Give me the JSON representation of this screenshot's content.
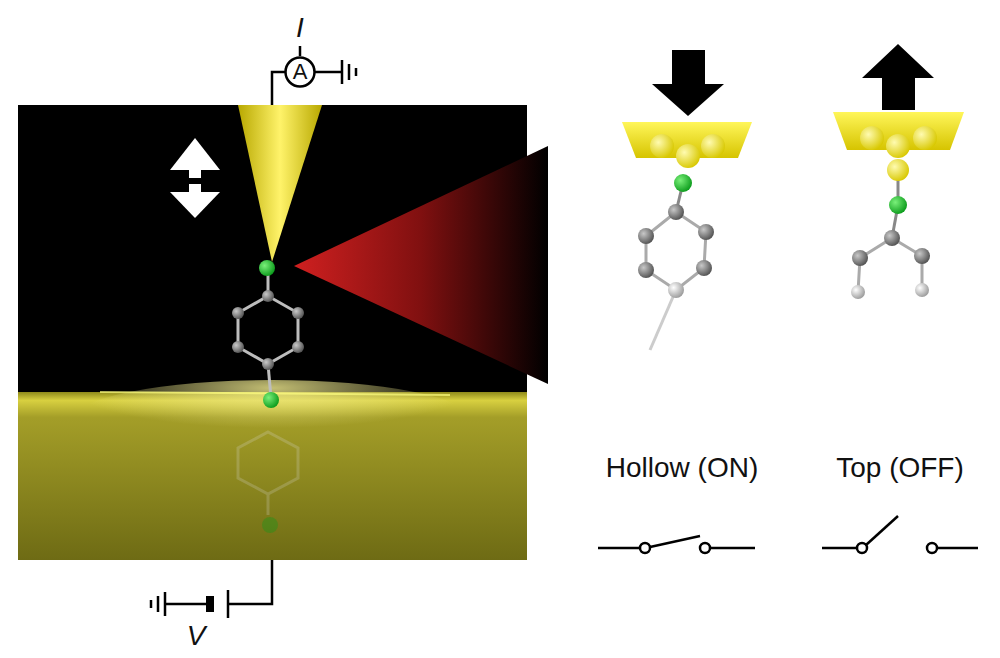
{
  "diagram": {
    "nodes": [
      {
        "text": [
          "A"
        ]
      }
    ],
    "labels": [
      "I",
      "V",
      "Hollow (ON)",
      "Top (OFF)"
    ]
  }
}
